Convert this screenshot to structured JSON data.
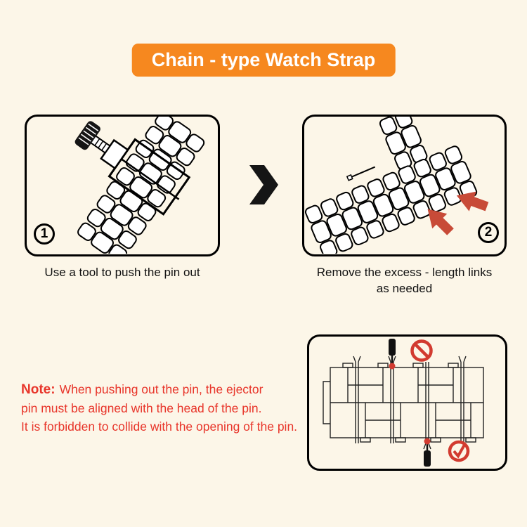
{
  "title": {
    "text": "Chain - type Watch Strap"
  },
  "steps": [
    {
      "number": "1",
      "caption": "Use a tool to push the pin out"
    },
    {
      "number": "2",
      "caption_line1": "Remove the excess - length links",
      "caption_line2": "as needed"
    }
  ],
  "note": {
    "label": "Note:",
    "line1": "When pushing out the pin, the ejector",
    "line2": "pin must be aligned with the head of the pin.",
    "line3": "It is forbidden to collide with the opening of the pin."
  },
  "colors": {
    "background": "#fcf6e8",
    "header_bg": "#f6881f",
    "header_text": "#ffffff",
    "note_red": "#e8352a",
    "arrow_red": "#c84b38",
    "symbol_red": "#d23b30",
    "outline_black": "#000000"
  }
}
